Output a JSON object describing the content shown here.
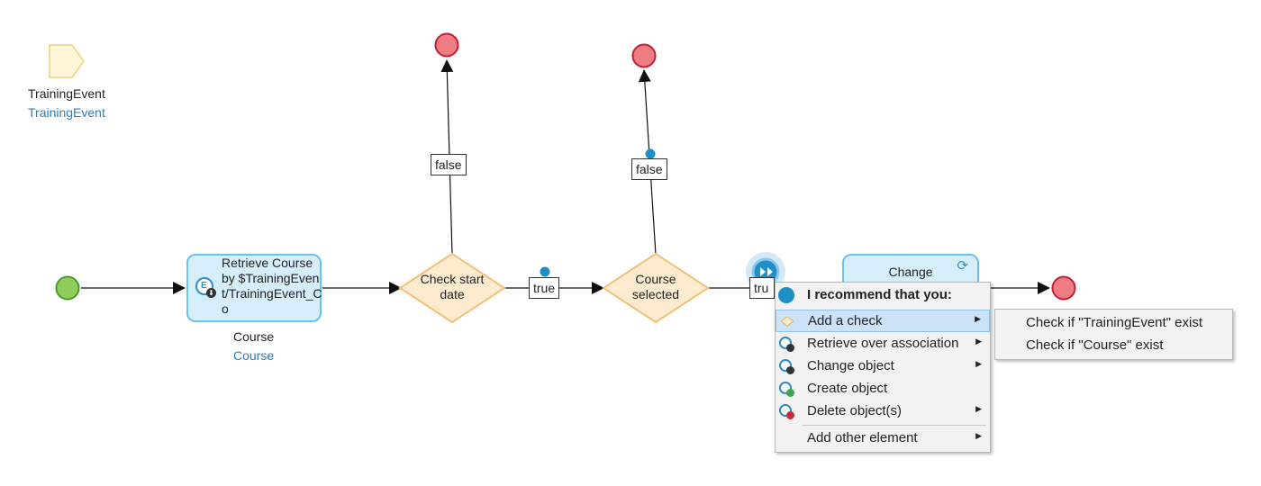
{
  "entity": {
    "name": "TrainingEvent",
    "type": "TrainingEvent"
  },
  "retrieve_activity": {
    "caption": "Retrieve Course by $TrainingEvent/TrainingEvent_Co",
    "output_name": "Course",
    "output_type": "Course"
  },
  "decision_1": {
    "line1": "Check start",
    "line2": "date"
  },
  "decision_2": {
    "line1": "Course",
    "line2": "selected"
  },
  "edge_labels": {
    "false_1": "false",
    "false_2": "false",
    "true_1": "true",
    "true_2": "tru"
  },
  "change_activity": {
    "caption": "Change"
  },
  "context_menu": {
    "header": "I recommend that you:",
    "items": [
      {
        "label": "Add a check",
        "has_submenu": true,
        "highlighted": true
      },
      {
        "label": "Retrieve over association",
        "has_submenu": true
      },
      {
        "label": "Change object",
        "has_submenu": true
      },
      {
        "label": "Create object",
        "has_submenu": false
      },
      {
        "label": "Delete object(s)",
        "has_submenu": true
      },
      {
        "label": "Add other element",
        "has_submenu": true
      }
    ],
    "arrow_glyph": "▶"
  },
  "sub_menu": {
    "items": [
      {
        "label": "Check if \"TrainingEvent\" exist"
      },
      {
        "label": "Check if \"Course\" exist"
      }
    ]
  },
  "colors": {
    "start_fill": "#8fce5a",
    "start_stroke": "#4a9a2a",
    "end_fill": "#ef7b83",
    "end_stroke": "#c02030",
    "decision_fill": "#fdebd0",
    "decision_stroke": "#f2c07a",
    "activity_fill": "#d5eefa",
    "activity_stroke": "#6cc0ea",
    "accent": "#1e90c8"
  }
}
